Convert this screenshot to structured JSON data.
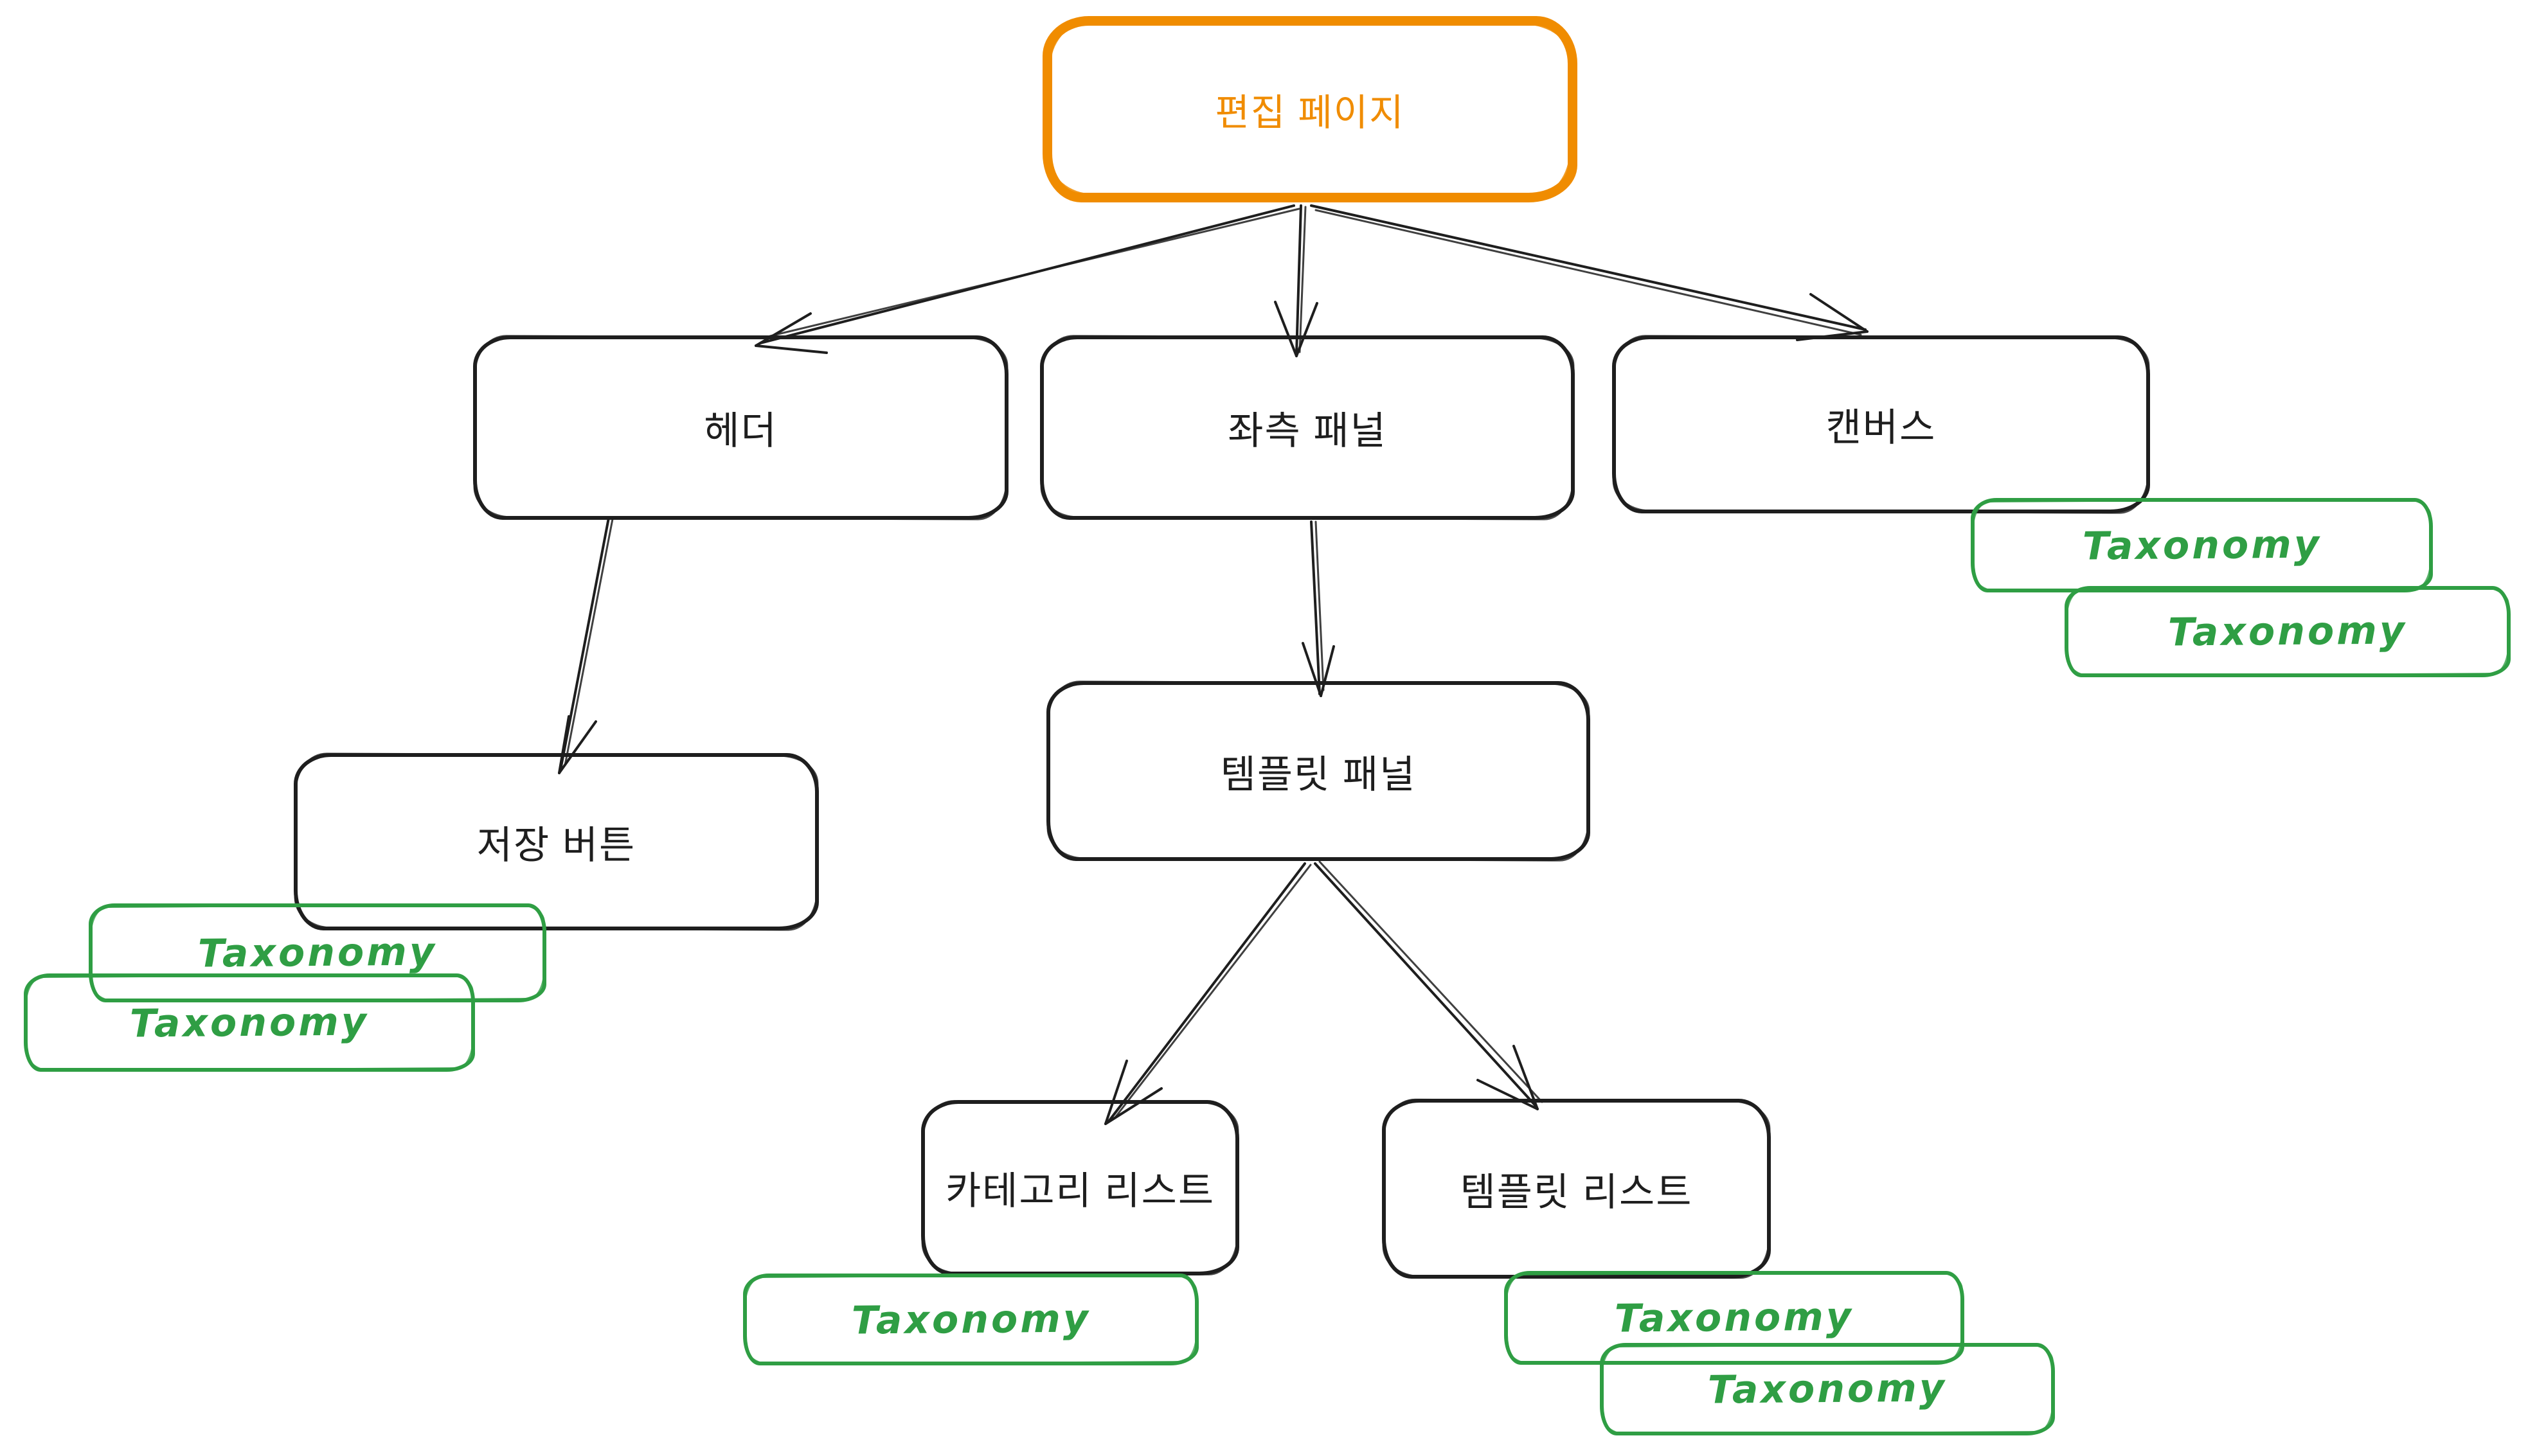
{
  "diagram": {
    "nodes": {
      "edit_page": {
        "label": "편집 페이지",
        "stroke": "#f08c00"
      },
      "header": {
        "label": "헤더",
        "stroke": "#1e1e1e"
      },
      "left_panel": {
        "label": "좌측 패널",
        "stroke": "#1e1e1e"
      },
      "canvas": {
        "label": "캔버스",
        "stroke": "#1e1e1e"
      },
      "save_button": {
        "label": "저장 버튼",
        "stroke": "#1e1e1e"
      },
      "template_panel": {
        "label": "템플릿 패널",
        "stroke": "#1e1e1e"
      },
      "category_list": {
        "label": "카테고리 리스트",
        "stroke": "#1e1e1e"
      },
      "template_list": {
        "label": "템플릿 리스트",
        "stroke": "#1e1e1e"
      }
    },
    "edges": [
      {
        "from": "편집 페이지",
        "to": "헤더"
      },
      {
        "from": "편집 페이지",
        "to": "좌측 패널"
      },
      {
        "from": "편집 페이지",
        "to": "캔버스"
      },
      {
        "from": "헤더",
        "to": "저장 버튼"
      },
      {
        "from": "좌측 패널",
        "to": "템플릿 패널"
      },
      {
        "from": "템플릿 패널",
        "to": "카테고리 리스트"
      },
      {
        "from": "템플릿 패널",
        "to": "템플릿 리스트"
      }
    ],
    "tags": [
      {
        "label": "Taxonomy",
        "attached_to": "캔버스"
      },
      {
        "label": "Taxonomy",
        "attached_to": "캔버스"
      },
      {
        "label": "Taxonomy",
        "attached_to": "저장 버튼"
      },
      {
        "label": "Taxonomy",
        "attached_to": "저장 버튼"
      },
      {
        "label": "Taxonomy",
        "attached_to": "카테고리 리스트"
      },
      {
        "label": "Taxonomy",
        "attached_to": "템플릿 리스트"
      },
      {
        "label": "Taxonomy",
        "attached_to": "템플릿 리스트"
      }
    ],
    "colors": {
      "background": "#ffffff",
      "node_stroke": "#1e1e1e",
      "node_text": "#1e1e1e",
      "root_stroke": "#f08c00",
      "root_text": "#f08c00",
      "tag_stroke": "#2f9e44",
      "tag_text": "#2f9e44",
      "arrow": "#1e1e1e"
    }
  }
}
